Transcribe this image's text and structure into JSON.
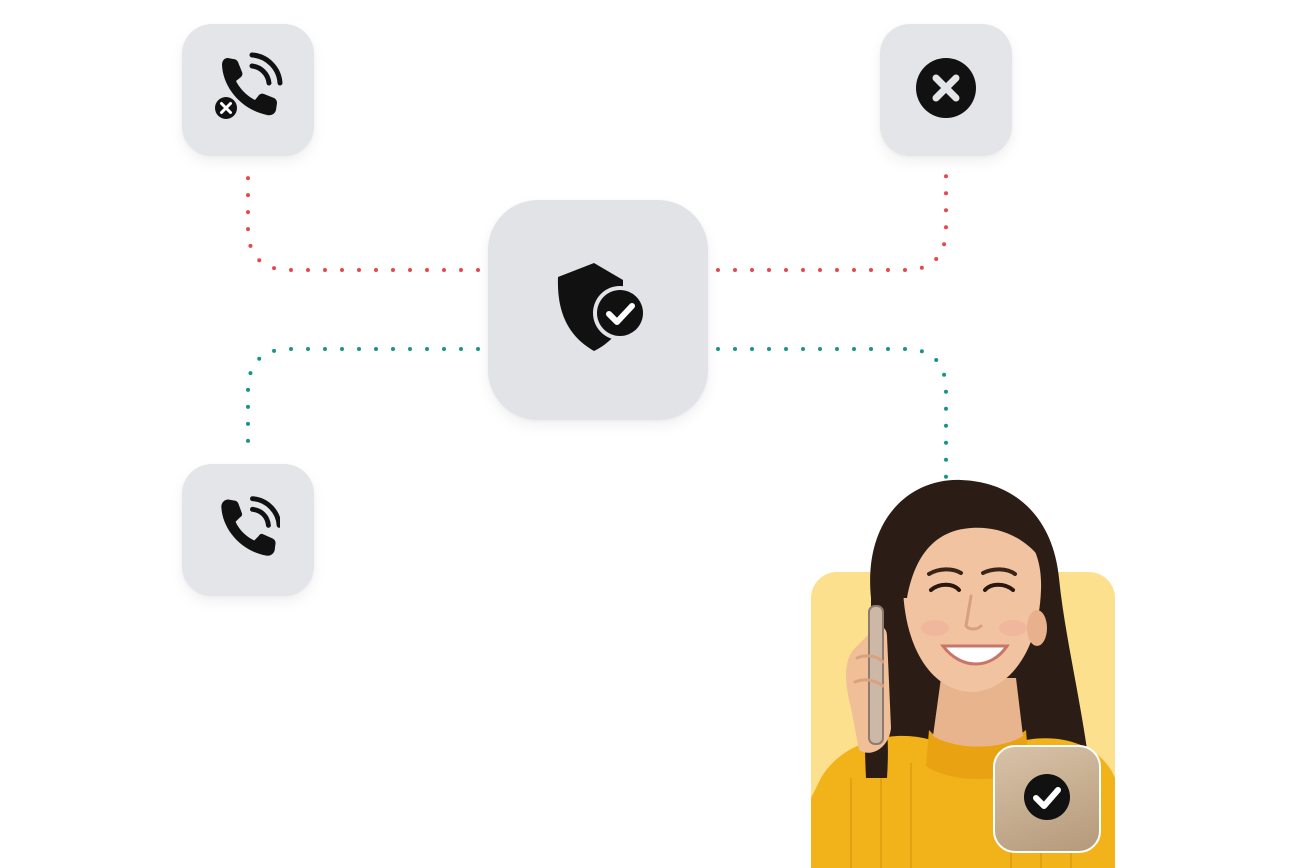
{
  "diagram": {
    "center_node": {
      "icon": "shield-check-icon"
    },
    "nodes": [
      {
        "id": "blocked-call",
        "icon": "phone-blocked-icon"
      },
      {
        "id": "rejected",
        "icon": "close-circle-icon"
      },
      {
        "id": "allowed-call",
        "icon": "phone-ringing-icon"
      },
      {
        "id": "verified-caller",
        "icon": "check-circle-icon"
      }
    ],
    "connectors": [
      {
        "from": "center",
        "to": "blocked-call",
        "color": "#e5484d",
        "style": "dotted"
      },
      {
        "from": "center",
        "to": "rejected",
        "color": "#e5484d",
        "style": "dotted"
      },
      {
        "from": "center",
        "to": "allowed-call",
        "color": "#1a9488",
        "style": "dotted"
      },
      {
        "from": "center",
        "to": "verified-caller",
        "color": "#1a9488",
        "style": "dotted"
      }
    ]
  },
  "colors": {
    "tile_background": "#e4e5e8",
    "blocked_line": "#e5484d",
    "allowed_line": "#1a9488",
    "photo_background": "#fde08e",
    "icon": "#111111"
  },
  "photo": {
    "subject": "woman-on-phone-photo"
  }
}
